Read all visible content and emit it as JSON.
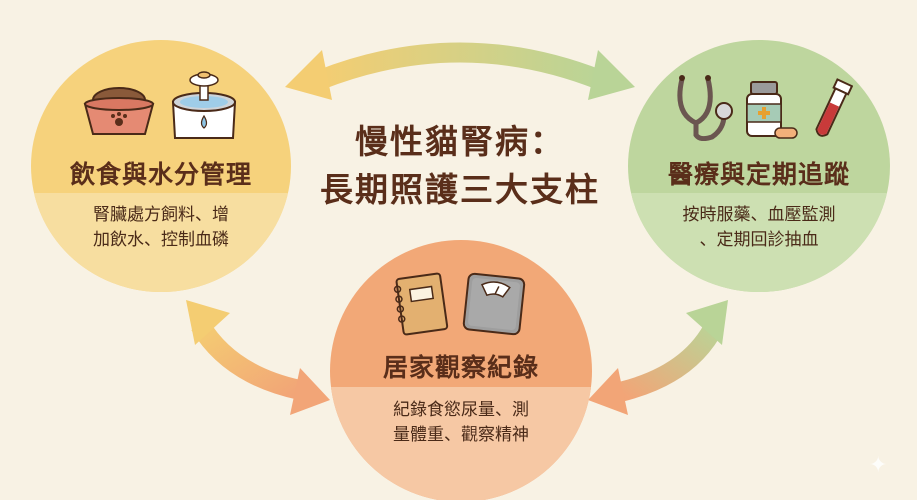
{
  "title": {
    "line1": "慢性貓腎病：",
    "line2": "長期照護三大支柱"
  },
  "pillars": [
    {
      "id": "diet",
      "title": "飲食與水分管理",
      "desc_line1": "腎臟處方飼料、增",
      "desc_line2": "加飲水、控制血磷",
      "icons": [
        "food-bowl-icon",
        "water-fountain-icon"
      ],
      "color": "#f6d27c"
    },
    {
      "id": "medical",
      "title": "醫療與定期追蹤",
      "desc_line1": "按時服藥、血壓監測",
      "desc_line2": "、定期回診抽血",
      "icons": [
        "stethoscope-icon",
        "medicine-bottle-icon",
        "blood-test-tube-icon"
      ],
      "color": "#bed69e"
    },
    {
      "id": "home",
      "title": "居家觀察紀錄",
      "desc_line1": "紀錄食慾尿量、測",
      "desc_line2": "量體重、觀察精神",
      "icons": [
        "notebook-icon",
        "weight-scale-icon"
      ],
      "color": "#f2a877"
    }
  ],
  "colors": {
    "background": "#f8f2e4",
    "text": "#5a2e1a",
    "yellow": "#f6d27c",
    "green": "#bed69e",
    "orange": "#f2a877"
  }
}
